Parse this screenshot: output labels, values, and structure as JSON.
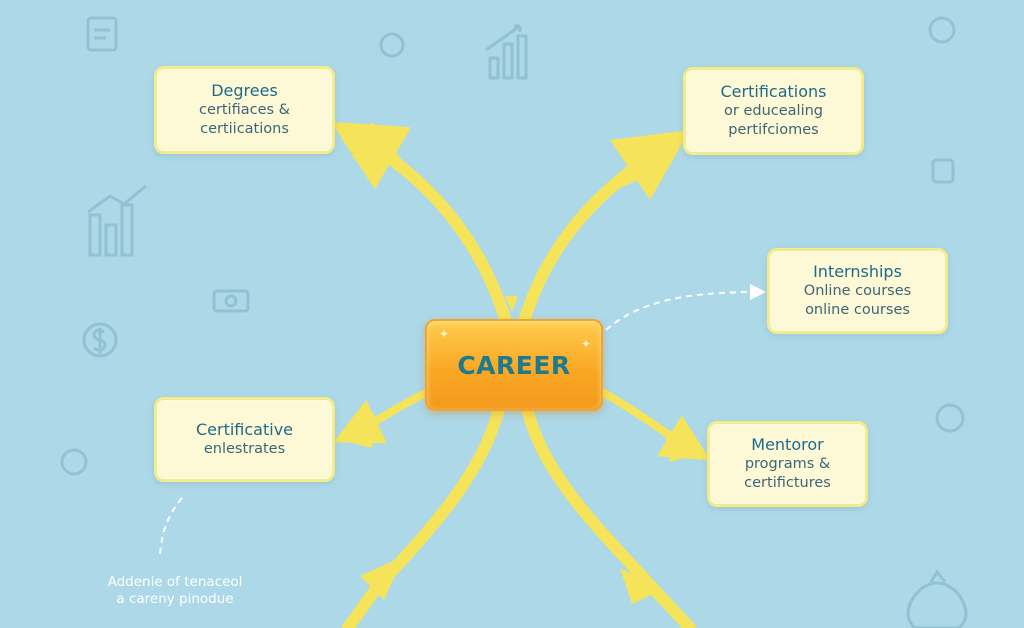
{
  "center": {
    "label": "CAREER"
  },
  "nodes": {
    "degrees": {
      "title": "Degrees",
      "lines": [
        "certifiaces &",
        "certiications"
      ]
    },
    "certifications": {
      "title": "Certifications",
      "lines": [
        "or educealing",
        "pertifciomes"
      ]
    },
    "internships": {
      "title": "Internships",
      "lines": [
        "Online courses",
        "online courses"
      ]
    },
    "certificative": {
      "title": "Certificative",
      "lines": [
        "enlestrates"
      ]
    },
    "mentor": {
      "title": "Mentoror",
      "lines": [
        "programs &",
        "certifictures"
      ]
    }
  },
  "caption": {
    "lines": [
      "Addenie of tenaceol",
      "a careny pinodue"
    ]
  },
  "colors": {
    "background": "#acd8e8",
    "arrow": "#f5e35a",
    "node_fill": "#fdf9d6",
    "node_border": "#f4ec88",
    "center_fill": "#f9a825",
    "title_text": "#1f6a8a"
  },
  "background_icons": [
    "chart-icon",
    "dollar-icon",
    "money-icon",
    "bar-chart-icon",
    "money-bag-icon",
    "resume-icon"
  ]
}
